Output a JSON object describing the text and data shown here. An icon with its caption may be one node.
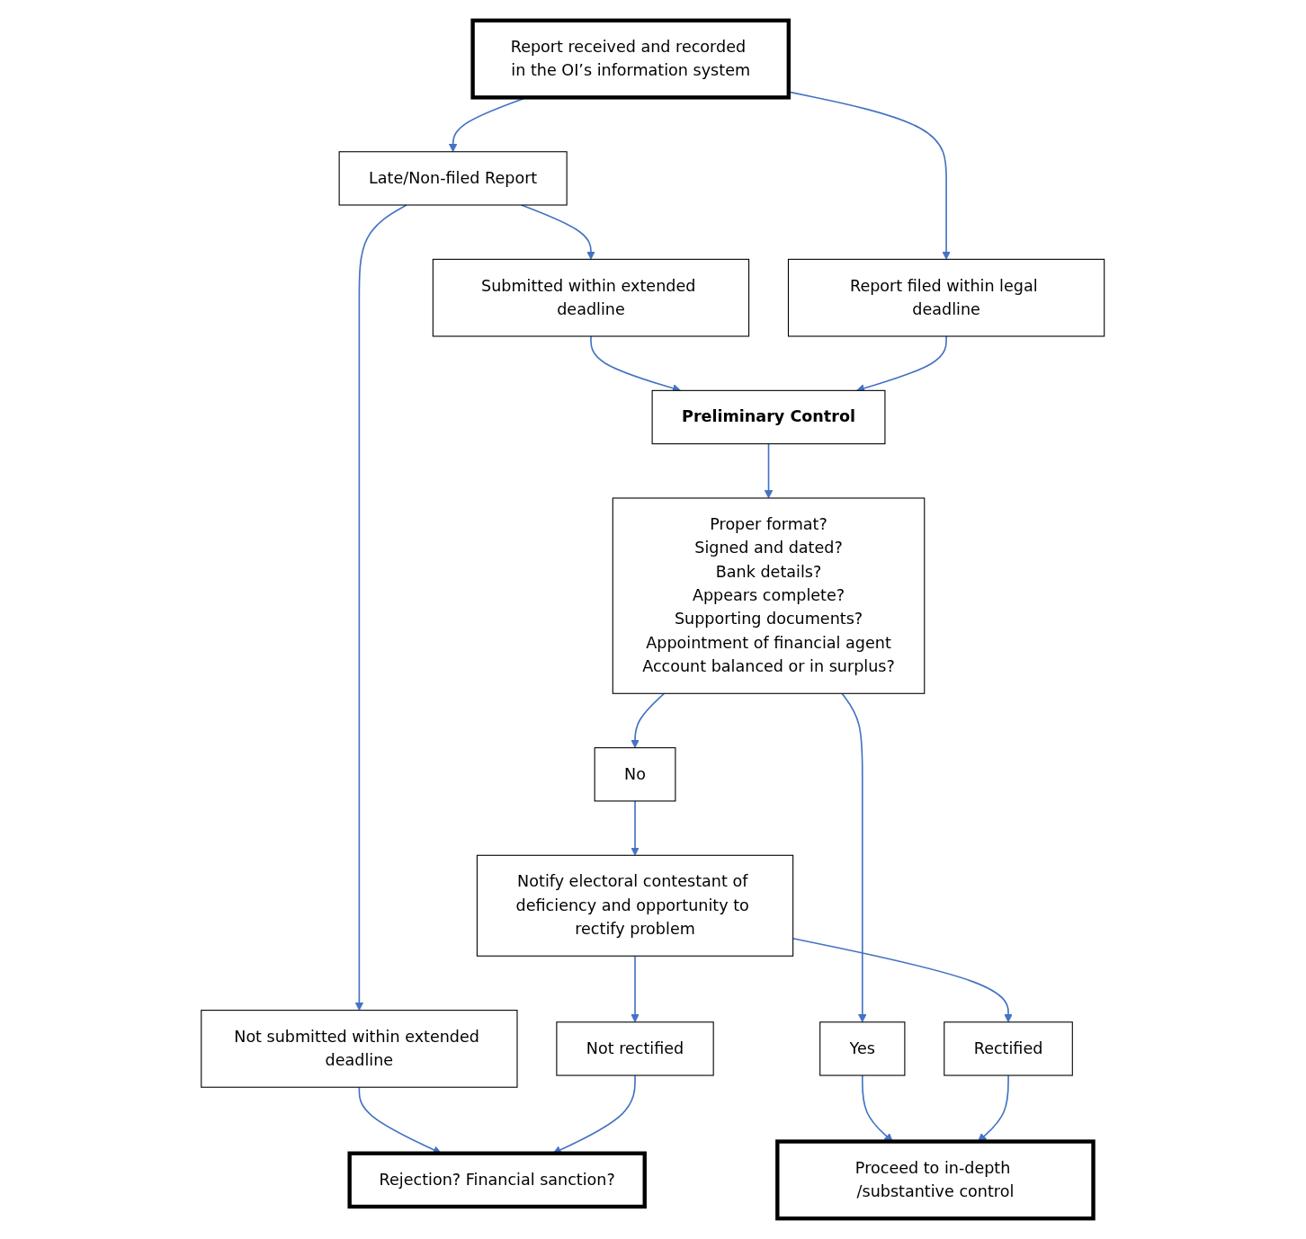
{
  "diagram": {
    "nodes": [
      {
        "text": [
          "Report received and recorded in the OI’s information system"
        ]
      },
      {
        "text": [
          "Late/Non-filed Report"
        ]
      },
      {
        "text": [
          "Report filed within legal deadline"
        ]
      },
      {
        "text": [
          "Not submitted within extended deadline"
        ]
      },
      {
        "text": [
          "Submitted within extended deadline"
        ]
      },
      {
        "text": [
          "Rejection? Financial sanction?"
        ]
      },
      {
        "text": [
          "Preliminary Control"
        ]
      },
      {
        "text": [
          "Proper format?",
          "Signed and dated?",
          "Bank details?",
          "Appears complete?",
          "Supporting documents?",
          "Appointment of financial agent",
          "Account balanced or in surplus?"
        ]
      },
      {
        "text": [
          "Proceed to in-depth /substantive control"
        ]
      },
      {
        "text": [
          "Yes"
        ]
      },
      {
        "text": [
          "No"
        ]
      },
      {
        "text": [
          "Notify electoral contestant of deficiency and opportunity to rectify problem"
        ]
      },
      {
        "text": [
          "Rectified"
        ]
      },
      {
        "text": [
          "Not rectified"
        ]
      }
    ],
    "edges": [
      {
        "from": 0,
        "to": 1,
        "arrow": "to"
      },
      {
        "from": 0,
        "to": 2,
        "arrow": "to"
      },
      {
        "from": 1,
        "to": 3,
        "arrow": "to"
      },
      {
        "from": 1,
        "to": 4,
        "arrow": "to"
      },
      {
        "from": 3,
        "to": 5,
        "arrow": "to"
      },
      {
        "from": 4,
        "to": 6,
        "arrow": "to"
      },
      {
        "from": 2,
        "to": 6,
        "arrow": "to"
      },
      {
        "from": 6,
        "to": 7,
        "arrow": "to"
      },
      {
        "from": 7,
        "to": 9,
        "arrow": "to"
      },
      {
        "from": 7,
        "to": 10,
        "arrow": "to"
      },
      {
        "from": 9,
        "to": 8,
        "arrow": "to"
      },
      {
        "from": 10,
        "to": 11,
        "arrow": "to"
      },
      {
        "from": 11,
        "to": 12,
        "arrow": "to"
      },
      {
        "from": 11,
        "to": 13,
        "arrow": "to"
      },
      {
        "from": 12,
        "to": 8,
        "arrow": "to"
      },
      {
        "from": 13,
        "to": 5,
        "arrow": "to"
      }
    ]
  }
}
